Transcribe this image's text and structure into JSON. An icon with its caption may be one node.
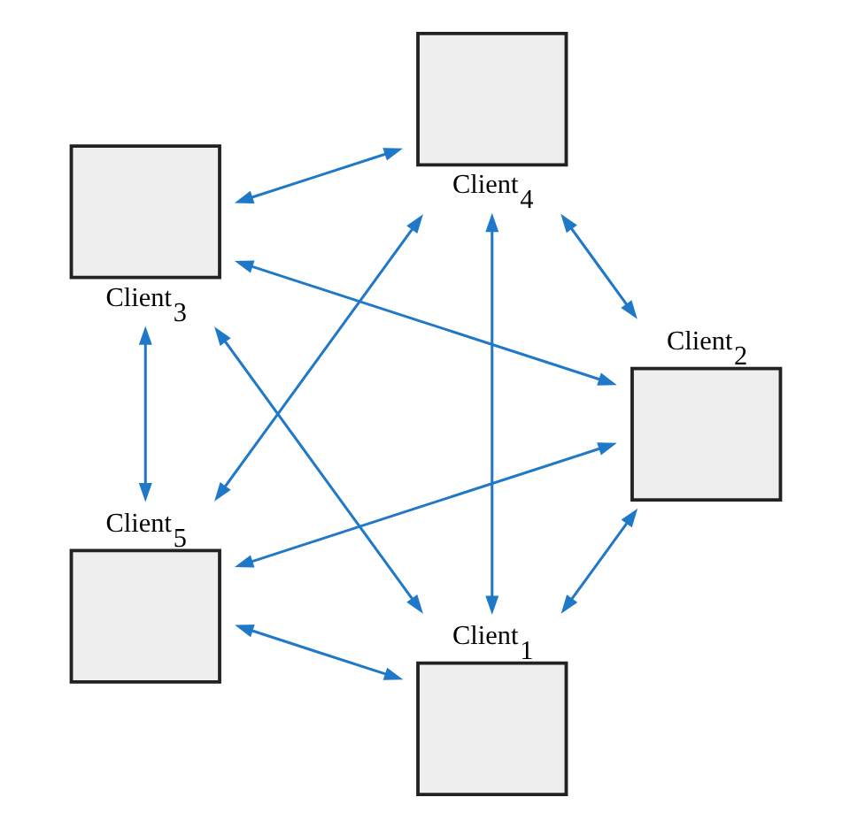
{
  "diagram": {
    "nodes": [
      {
        "text": [
          "Client$_{1}$"
        ]
      },
      {
        "text": [
          "Client$_{2}$"
        ]
      },
      {
        "text": [
          "Client$_{3}$"
        ]
      },
      {
        "text": [
          "Client$_{4}$"
        ]
      },
      {
        "text": [
          "Client$_{5}$"
        ]
      }
    ],
    "edges": [
      {
        "from": 0,
        "to": 1,
        "arrow": "both"
      },
      {
        "from": 0,
        "to": 4,
        "arrow": "both"
      },
      {
        "from": 0,
        "to": 2,
        "arrow": "both"
      },
      {
        "from": 0,
        "to": 3,
        "arrow": "both"
      },
      {
        "from": 1,
        "to": 4,
        "arrow": "both"
      },
      {
        "from": 1,
        "to": 2,
        "arrow": "both"
      },
      {
        "from": 1,
        "to": 3,
        "arrow": "both"
      },
      {
        "from": 2,
        "to": 4,
        "arrow": "both"
      },
      {
        "from": 2,
        "to": 3,
        "arrow": "both"
      },
      {
        "from": 3,
        "to": 4,
        "arrow": "both"
      }
    ]
  }
}
